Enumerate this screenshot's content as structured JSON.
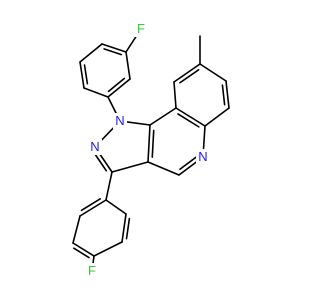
{
  "molecule": {
    "atom_labels": {
      "f_top": "F",
      "n1": "N",
      "n2": "N",
      "n_quinoline": "N",
      "f_bottom": "F"
    },
    "colors": {
      "bond": "#000000",
      "nitrogen": "#1a1aff",
      "fluorine": "#33cc33",
      "background": "#ffffff"
    }
  }
}
